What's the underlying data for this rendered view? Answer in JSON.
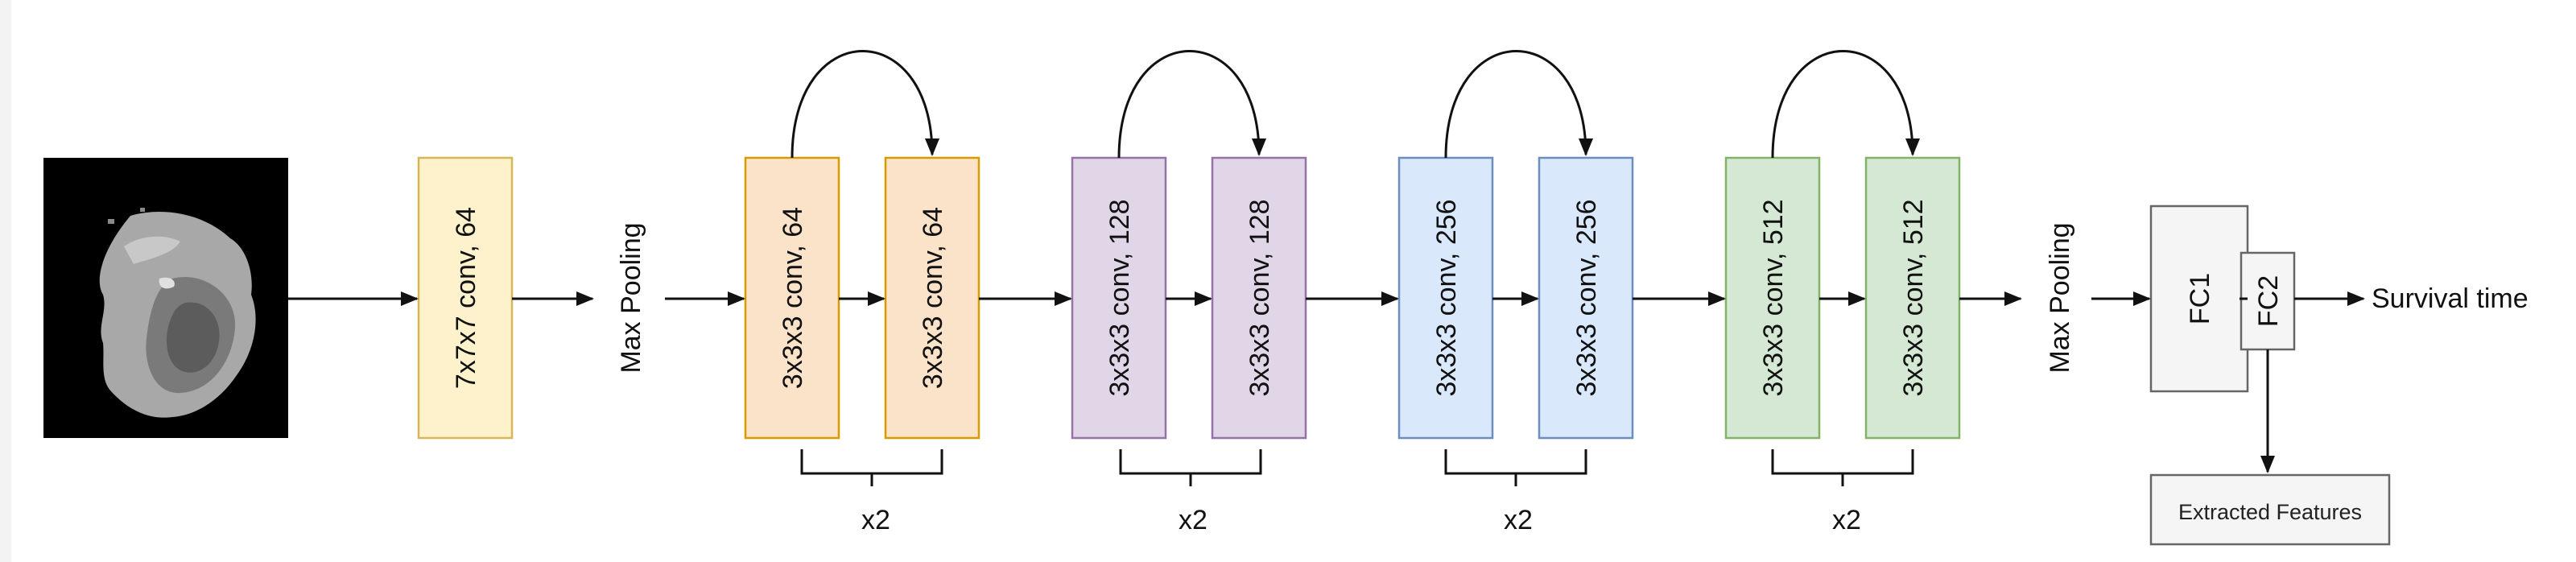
{
  "input_image": {
    "icon": "mri-scan-slice"
  },
  "first_conv": {
    "label": "7x7x7 conv, 64",
    "fill": "#fdf2cb",
    "border": "#d6b656"
  },
  "max_pool_1": {
    "label": "Max Pooling"
  },
  "stages": [
    {
      "conv_a": "3x3x3 conv, 64",
      "conv_b": "3x3x3 conv, 64",
      "repeat": "x2",
      "fill": "#fbe3c9",
      "border": "#d79b00"
    },
    {
      "conv_a": "3x3x3 conv, 128",
      "conv_b": "3x3x3 conv, 128",
      "repeat": "x2",
      "fill": "#e1d6e8",
      "border": "#9673a6"
    },
    {
      "conv_a": "3x3x3 conv, 256",
      "conv_b": "3x3x3 conv, 256",
      "repeat": "x2",
      "fill": "#dae8fc",
      "border": "#6c8ebf"
    },
    {
      "conv_a": "3x3x3 conv, 512",
      "conv_b": "3x3x3 conv, 512",
      "repeat": "x2",
      "fill": "#d5e8d4",
      "border": "#82b366"
    }
  ],
  "max_pool_2": {
    "label": "Max Pooling"
  },
  "fc1": {
    "label": "FC1",
    "fill": "#f5f5f5",
    "border": "#666666"
  },
  "fc2": {
    "label": "FC2",
    "fill": "#f5f5f5",
    "border": "#666666"
  },
  "output": {
    "label": "Survival time"
  },
  "features": {
    "label": "Extracted Features",
    "fill": "#f5f5f5",
    "border": "#666666"
  }
}
